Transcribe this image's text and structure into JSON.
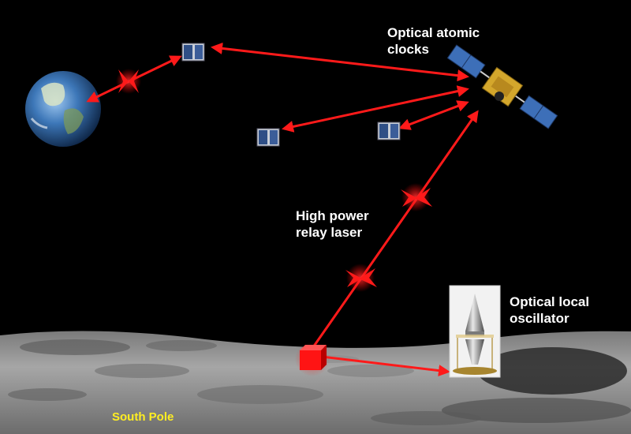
{
  "labels": {
    "clocks_line1": "Optical atomic",
    "clocks_line2": "clocks",
    "relay_line1": "High power",
    "relay_line2": "relay laser",
    "oscillator_line1": "Optical local",
    "oscillator_line2": "oscillator",
    "south_pole": "South Pole"
  },
  "colors": {
    "background": "#000000",
    "laser": "#ff1a1a",
    "label_text": "#ffffff",
    "south_pole_text": "#ffee22",
    "lunar_surface": "#8e8e8e",
    "satellite_gold": "#d4a72c",
    "solar_panel": "#3d6fb8"
  },
  "icons": {
    "earth": "earth-icon",
    "gps_satellite": "satellite-icon",
    "cubesat": "cubesat-icon",
    "laser_pulse": "laser-pulse-icon",
    "laser_terminal": "red-cube-icon",
    "oscillator": "optical-cavity-icon"
  }
}
